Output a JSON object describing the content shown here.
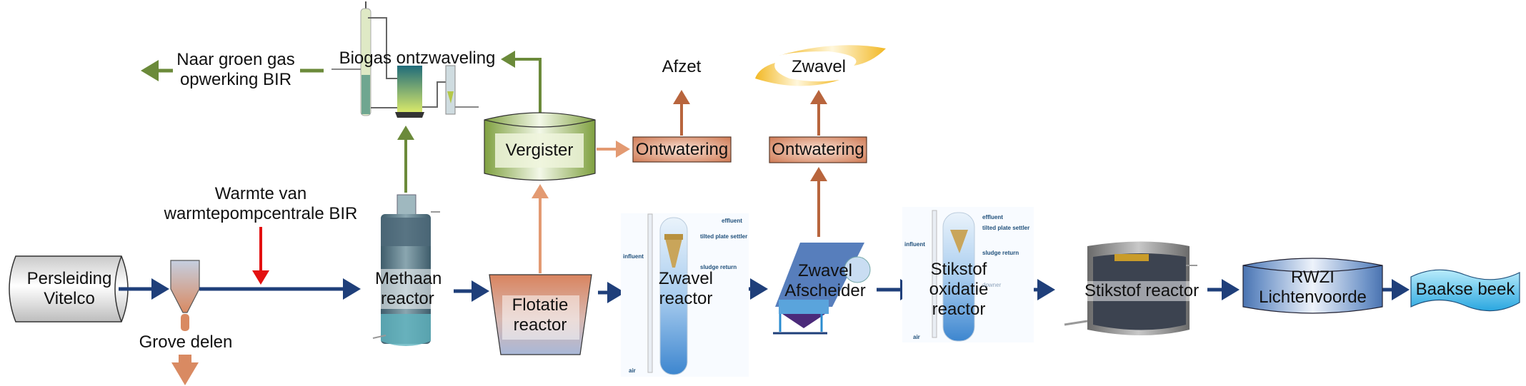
{
  "diagram": {
    "title": "Processchema afvalwaterzuivering Vitelco",
    "colors": {
      "water_flow": "#1f3f7a",
      "gas_flow": "#6b8a3a",
      "sludge_flow": "#b8653d",
      "sludge_flow_light": "#e39a72",
      "heat_flow": "#e31010",
      "sulfur": "#f2b824"
    },
    "nodes": {
      "persleiding": {
        "lines": [
          "Persleiding",
          "Vitelco"
        ]
      },
      "zeef": {
        "label": "Grove delen"
      },
      "warmte": {
        "lines": [
          "Warmte van",
          "warmtepompcentrale BIR"
        ]
      },
      "methaan": {
        "lines": [
          "Methaan",
          "reactor"
        ]
      },
      "biogas": {
        "label": "Biogas ontzwaveling"
      },
      "groengas": {
        "lines": [
          "Naar groen gas",
          "opwerking BIR"
        ]
      },
      "vergister": {
        "label": "Vergister"
      },
      "flotatie": {
        "lines": [
          "Flotatie",
          "reactor"
        ]
      },
      "ontwatering1": {
        "label": "Ontwatering"
      },
      "afzet": {
        "label": "Afzet"
      },
      "zwavelreactor": {
        "lines": [
          "Zwavel",
          "reactor"
        ]
      },
      "afscheider": {
        "lines": [
          "Zwavel",
          "Afscheider"
        ]
      },
      "ontwatering2": {
        "label": "Ontwatering"
      },
      "zwavel": {
        "label": "Zwavel"
      },
      "stikstofoxidatie": {
        "lines": [
          "Stikstof",
          "oxidatie",
          "reactor"
        ]
      },
      "stikstofreactor": {
        "label": "Stikstof reactor"
      },
      "rwzi": {
        "lines": [
          "RWZI",
          "Lichtenvoorde"
        ]
      },
      "baakse": {
        "label": "Baakse beek"
      }
    },
    "reactor_callouts": {
      "effluent": "effluent",
      "settler": "tilted plate settler",
      "influent": "influent",
      "sludge": "sludge return",
      "downer": "downer",
      "air": "air"
    }
  }
}
